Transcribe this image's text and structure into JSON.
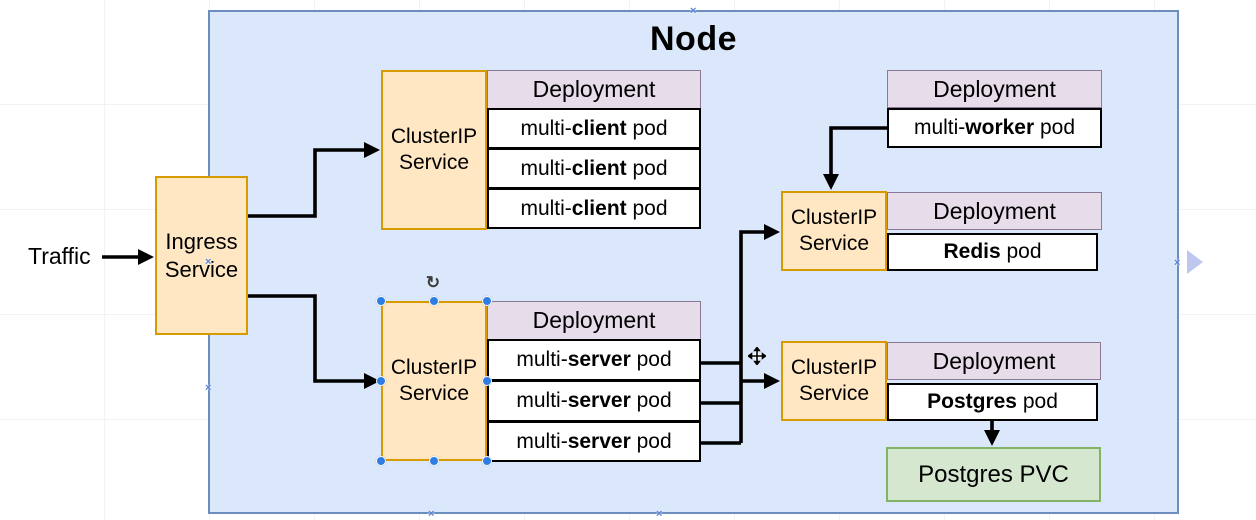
{
  "diagram": {
    "node_title": "Node",
    "traffic_label": "Traffic",
    "ingress_label": "Ingress Service",
    "groups": {
      "client": {
        "service": "ClusterIP Service",
        "deployment": "Deployment",
        "pods": [
          {
            "prefix": "multi-",
            "bold": "client",
            "suffix": " pod"
          },
          {
            "prefix": "multi-",
            "bold": "client",
            "suffix": " pod"
          },
          {
            "prefix": "multi-",
            "bold": "client",
            "suffix": " pod"
          }
        ]
      },
      "server": {
        "service": "ClusterIP Service",
        "deployment": "Deployment",
        "pods": [
          {
            "prefix": "multi-",
            "bold": "server",
            "suffix": " pod"
          },
          {
            "prefix": "multi-",
            "bold": "server",
            "suffix": " pod"
          },
          {
            "prefix": "multi-",
            "bold": "server",
            "suffix": " pod"
          }
        ]
      },
      "worker": {
        "deployment": "Deployment",
        "pods": [
          {
            "prefix": "multi-",
            "bold": "worker",
            "suffix": " pod"
          }
        ]
      },
      "redis": {
        "service": "ClusterIP Service",
        "deployment": "Deployment",
        "pods": [
          {
            "prefix": "",
            "bold": "Redis",
            "suffix": " pod"
          }
        ]
      },
      "postgres": {
        "service": "ClusterIP Service",
        "deployment": "Deployment",
        "pods": [
          {
            "prefix": "",
            "bold": "Postgres",
            "suffix": " pod"
          }
        ]
      }
    },
    "pvc_label": "Postgres PVC"
  },
  "icons": {
    "rotate_handle": "↻",
    "connection_point": "×"
  },
  "colors": {
    "node_fill": "#dbe8fb",
    "node_border": "#6c8ebf",
    "service_fill": "#ffe7c4",
    "service_border": "#d79b00",
    "deployment_fill": "#e6dcea",
    "deployment_border": "#8b7a96",
    "pod_fill": "#ffffff",
    "pod_border": "#000000",
    "pvc_fill": "#d6e7d0",
    "pvc_border": "#82b366",
    "connector": "#000000",
    "selection_handle": "#2e7de5",
    "nav_arrow": "#b7c1ee"
  }
}
